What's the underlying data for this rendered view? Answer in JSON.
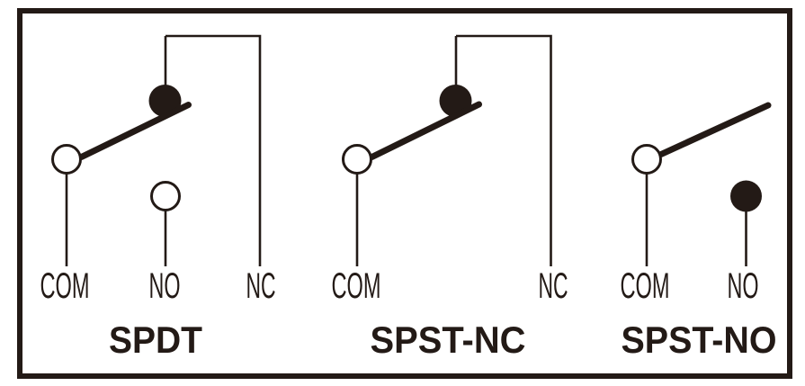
{
  "colors": {
    "ink": "#231a16",
    "background": "#ffffff"
  },
  "diagrams": [
    {
      "caption": "SPDT",
      "terminals": [
        "COM",
        "NO",
        "NC"
      ]
    },
    {
      "caption": "SPST-NC",
      "terminals": [
        "COM",
        "NC"
      ]
    },
    {
      "caption": "SPST-NO",
      "terminals": [
        "COM",
        "NO"
      ]
    }
  ]
}
